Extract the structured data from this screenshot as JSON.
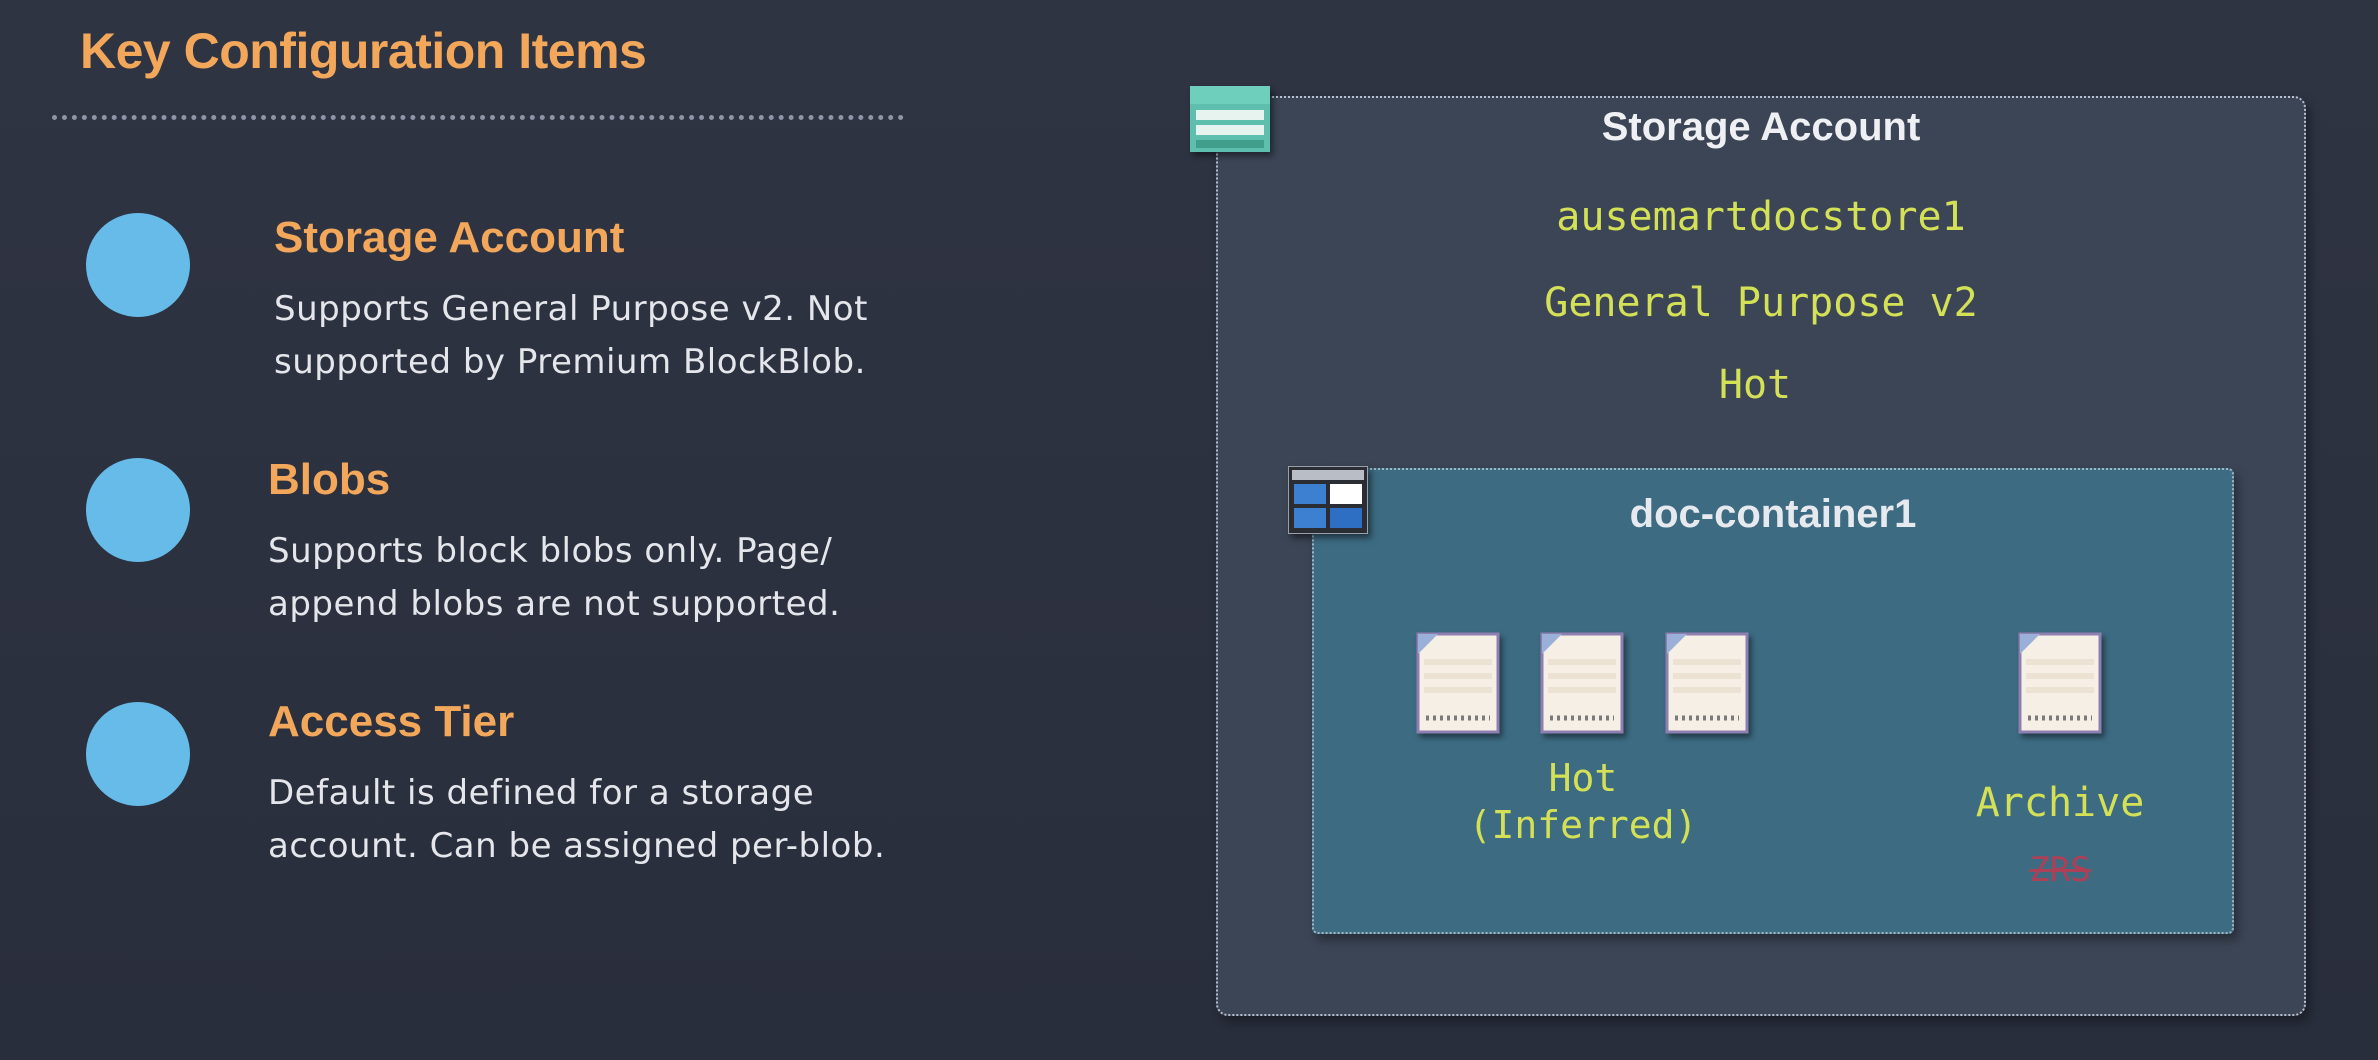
{
  "title": "Key Configuration Items",
  "items": [
    {
      "title": "Storage Account",
      "desc": "Supports General Purpose v2. Not supported by Premium BlockBlob."
    },
    {
      "title": "Blobs",
      "desc": "Supports block blobs only. Page/ append blobs are not supported."
    },
    {
      "title": "Access Tier",
      "desc": "Default is defined for a storage account. Can be assigned per-blob."
    }
  ],
  "diagram": {
    "account": {
      "title": "Storage Account",
      "name": "ausemartdocstore1",
      "kind": "General Purpose v2",
      "tier": "Hot",
      "icon": "storage-account-icon"
    },
    "container": {
      "title": "doc-container1",
      "icon": "blob-container-icon",
      "hot_label_line1": "Hot",
      "hot_label_line2": "(Inferred)",
      "archive_label": "Archive",
      "zrs_label": "ZRS"
    },
    "doc_icon": "document-icon"
  },
  "colors": {
    "background": "#2c3140",
    "accent_orange": "#f3a75a",
    "bullet_blue": "#67bbe8",
    "mono_text": "#d4e157",
    "account_box": "#3c4556",
    "container_box": "#3d6b82",
    "strike_red": "#c0394f"
  }
}
